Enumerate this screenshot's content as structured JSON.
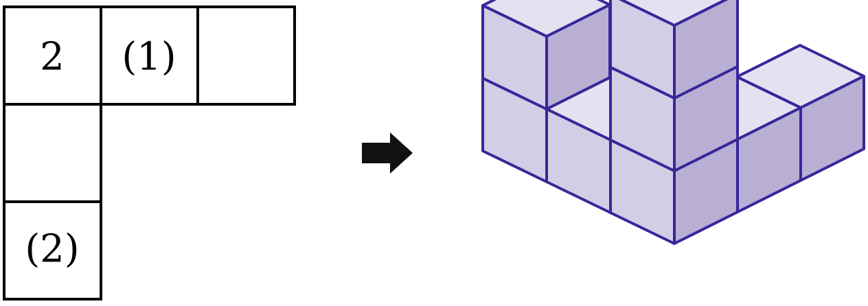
{
  "grid": {
    "cells": [
      {
        "id": "top-left",
        "label": "2"
      },
      {
        "id": "top-middle",
        "label": "(1)"
      },
      {
        "id": "top-right",
        "label": ""
      },
      {
        "id": "middle-left",
        "label": ""
      },
      {
        "id": "bottom-left",
        "label": "(2)"
      }
    ]
  },
  "arrow": {
    "icon": "right-arrow-icon",
    "color": "#111111"
  },
  "cubes": {
    "colors": {
      "top": "#e5e1f0",
      "left": "#d3cde6",
      "right": "#b9afd5",
      "edge": "#37279a"
    },
    "stack_heights": [
      {
        "cell": "top-left",
        "height": 3
      },
      {
        "cell": "top-middle",
        "height": 1
      },
      {
        "cell": "top-right",
        "height": 1
      },
      {
        "cell": "middle-left",
        "height": 1
      },
      {
        "cell": "bottom-left",
        "height": 2
      }
    ]
  }
}
